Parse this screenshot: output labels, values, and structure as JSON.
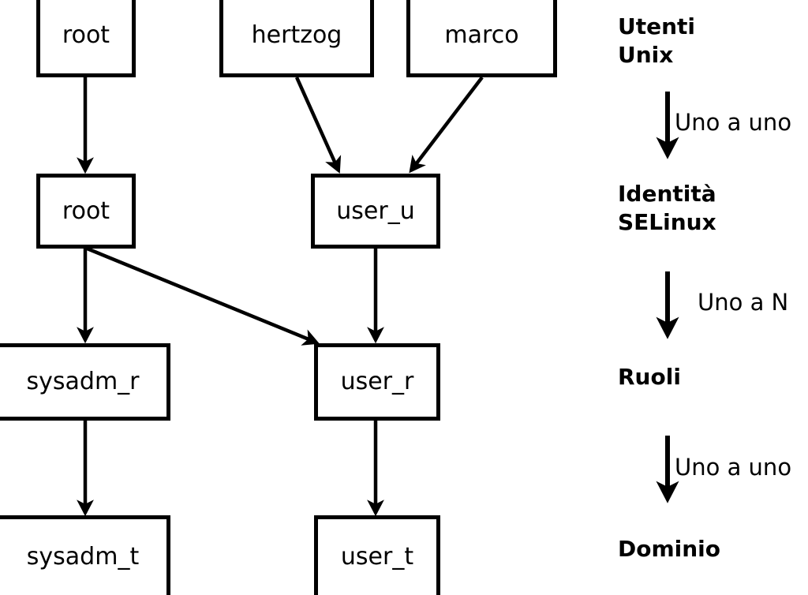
{
  "diagram": {
    "title_text": "",
    "background_color": "#ffffff",
    "stroke_color": "#000000",
    "nodes": {
      "unix_root": {
        "label": "root"
      },
      "unix_hertzog": {
        "label": "hertzog"
      },
      "unix_marco": {
        "label": "marco"
      },
      "identity_root": {
        "label": "root"
      },
      "identity_user_u": {
        "label": "user_u"
      },
      "role_sysadm_r": {
        "label": "sysadm_r"
      },
      "role_user_r": {
        "label": "user_r"
      },
      "domain_sysadm_t": {
        "label": "sysadm_t"
      },
      "domain_user_t": {
        "label": "user_t"
      }
    },
    "legend": {
      "level_1": "Utenti\nUnix",
      "level_2": "Identità\nSELinux",
      "level_3": "Ruoli",
      "level_4": "Dominio",
      "edge_1_2": "Uno a uno",
      "edge_2_3": "Uno a N",
      "edge_3_4": "Uno a uno"
    }
  }
}
